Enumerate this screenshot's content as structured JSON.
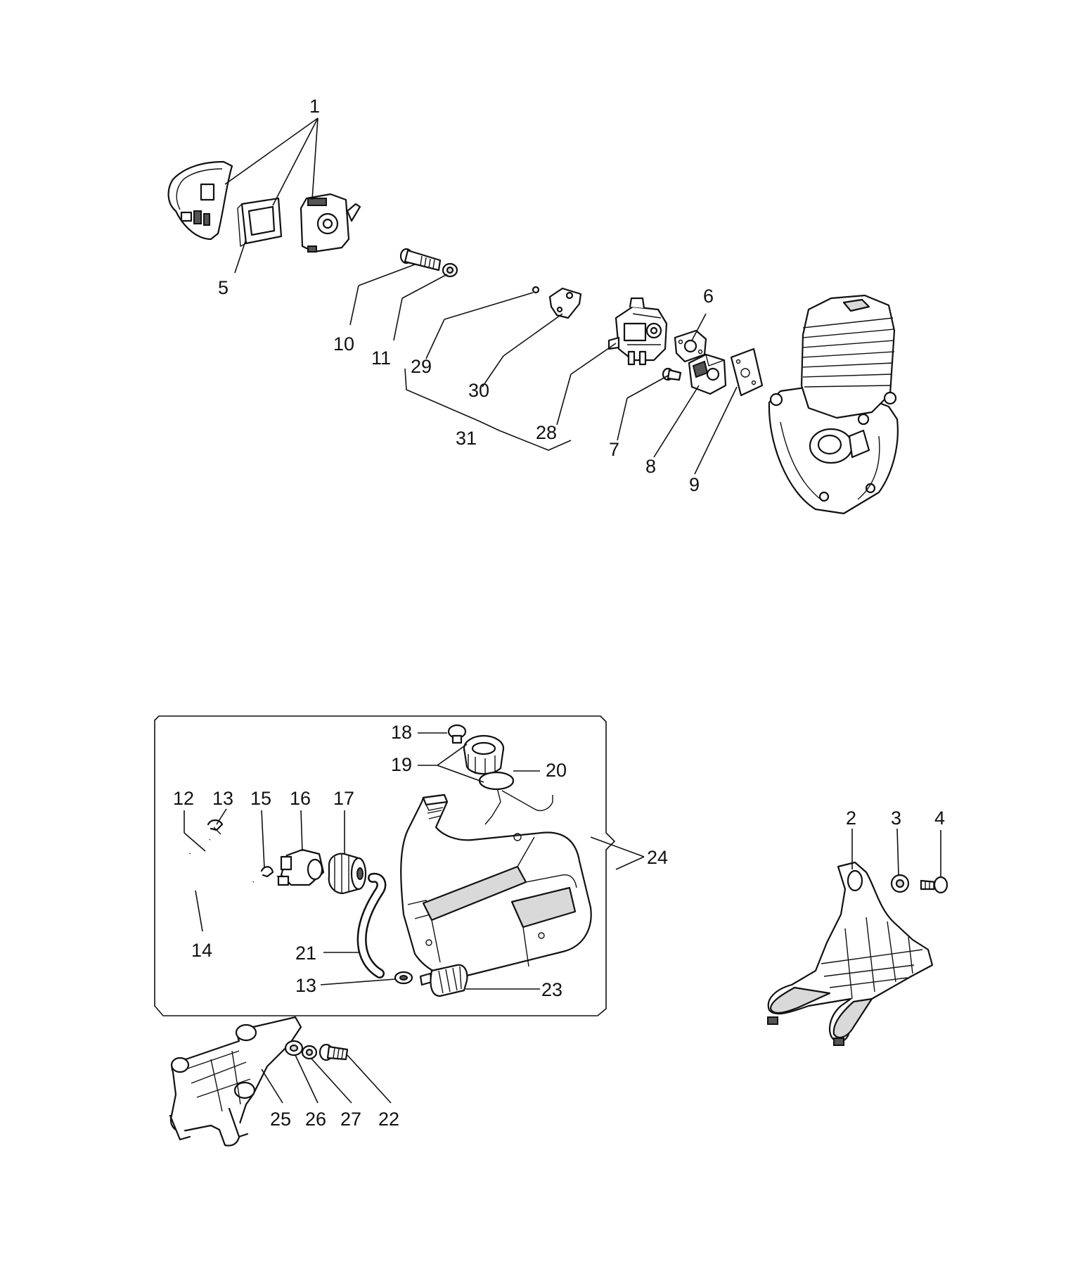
{
  "callouts": {
    "c1": "1",
    "c2": "2",
    "c3": "3",
    "c4": "4",
    "c5": "5",
    "c6": "6",
    "c7": "7",
    "c8": "8",
    "c9": "9",
    "c10": "10",
    "c11": "11",
    "c12": "12",
    "c13a": "13",
    "c13b": "13",
    "c14": "14",
    "c15": "15",
    "c16": "16",
    "c17": "17",
    "c18": "18",
    "c19": "19",
    "c20": "20",
    "c21": "21",
    "c22": "22",
    "c23": "23",
    "c24": "24",
    "c25": "25",
    "c26": "26",
    "c27": "27",
    "c28": "28",
    "c29": "29",
    "c30": "30",
    "c31": "31"
  },
  "icons": {
    "air-filter-cover": "air-filter-cover-icon",
    "air-filter": "air-filter-icon",
    "air-filter-base": "air-filter-base-icon",
    "bolt": "bolt-icon",
    "carburetor": "carburetor-icon",
    "engine": "engine-cylinder-icon",
    "fuel-tank": "fuel-tank-icon",
    "fuel-cap": "fuel-cap-icon",
    "fuel-hose": "fuel-hose-icon",
    "primer-bulb": "primer-bulb-icon",
    "fuel-filter": "fuel-filter-icon",
    "handle-bracket": "handle-bracket-icon",
    "tank-bracket": "tank-bracket-icon"
  }
}
